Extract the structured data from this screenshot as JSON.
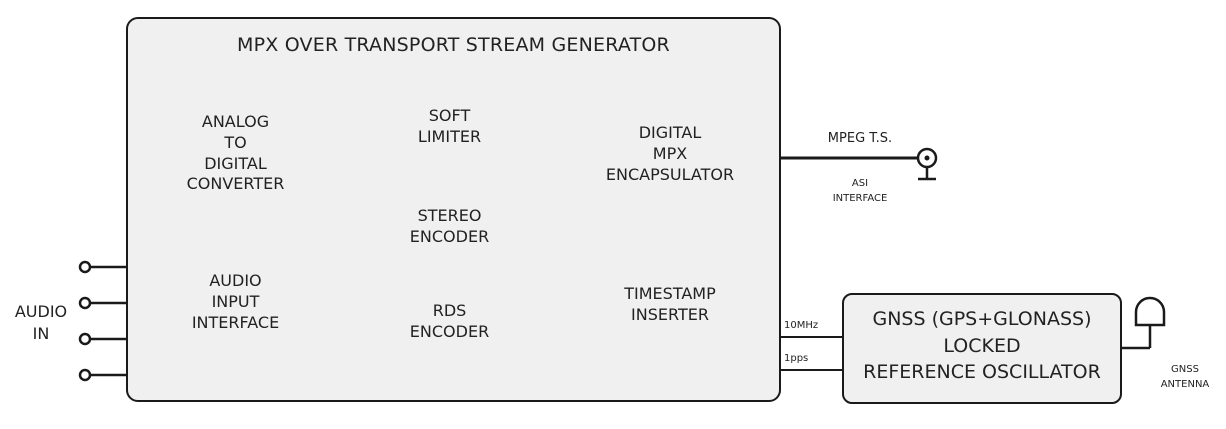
{
  "main_block": {
    "title": "MPX OVER TRANSPORT STREAM GENERATOR",
    "adc": "ANALOG\nTO\nDIGITAL\nCONVERTER",
    "audio_input_interface": "AUDIO\nINPUT\nINTERFACE",
    "soft_limiter": "SOFT\nLIMITER",
    "stereo_encoder": "STEREO\nENCODER",
    "rds_encoder": "RDS\nENCODER",
    "mpx_encapsulator": "DIGITAL\nMPX\nENCAPSULATOR",
    "timestamp_inserter": "TIMESTAMP\nINSERTER"
  },
  "output": {
    "label": "MPEG T.S.",
    "interface": "ASI\nINTERFACE"
  },
  "audio_in": "AUDIO\nIN",
  "gnss_block": {
    "label": "GNSS (GPS+GLONASS)\nLOCKED\nREFERENCE OSCILLATOR",
    "ref_10mhz": "10MHz",
    "ref_1pps": "1pps",
    "antenna": "GNSS\nANTENNA"
  },
  "colors": {
    "line": "#1a1a1a",
    "divider": "#8a8a8a",
    "arrow": "#6e6e6e",
    "box_fill": "#f0f0f0"
  }
}
